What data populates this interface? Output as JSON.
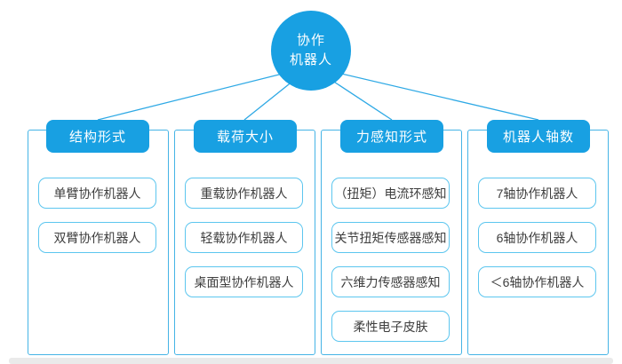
{
  "root": {
    "line1": "协作",
    "line2": "机器人"
  },
  "branches": [
    {
      "title": "结构形式",
      "items": [
        "单臂协作机器人",
        "双臂协作机器人"
      ]
    },
    {
      "title": "载荷大小",
      "items": [
        "重载协作机器人",
        "轻载协作机器人",
        "桌面型协作机器人"
      ]
    },
    {
      "title": "力感知形式",
      "items": [
        "（扭矩）电流环感知",
        "关节扭矩传感器感知",
        "六维力传感器感知",
        "柔性电子皮肤"
      ]
    },
    {
      "title": "机器人轴数",
      "items": [
        "7轴协作机器人",
        "6轴协作机器人",
        "＜6轴协作机器人"
      ]
    }
  ],
  "colors": {
    "primary_blue": "#18A0E2",
    "connector_blue": "#2EA9E5",
    "panel_border_blue": "#45B4E6",
    "leaf_border_blue": "#5CC6EF",
    "leaf_text": "#3E3E3E"
  }
}
